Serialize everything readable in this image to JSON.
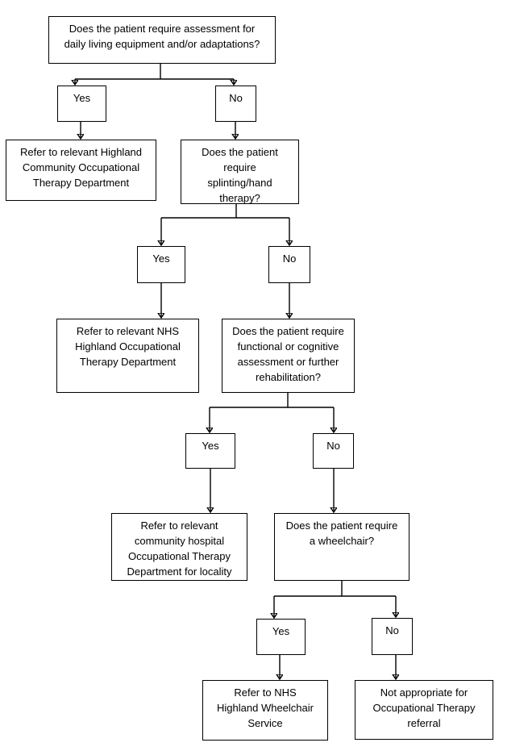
{
  "flowchart": {
    "colors": {
      "background": "#ffffff",
      "box_fill": "#ffffff",
      "box_border": "#000000",
      "text": "#000000",
      "connector": "#000000"
    },
    "nodes": {
      "q1": {
        "id": "q1",
        "type": "question",
        "text": "Does the patient require assessment for\ndaily living equipment and/or adaptations?"
      },
      "q1_yes": {
        "id": "q1_yes",
        "type": "answer",
        "text": "Yes"
      },
      "q1_no": {
        "id": "q1_no",
        "type": "answer",
        "text": "No"
      },
      "r1": {
        "id": "r1",
        "type": "outcome",
        "text": "Refer to relevant Highland\nCommunity Occupational\nTherapy Department"
      },
      "q2": {
        "id": "q2",
        "type": "question",
        "text": "Does the patient\nrequire\nsplinting/hand\ntherapy?"
      },
      "q2_yes": {
        "id": "q2_yes",
        "type": "answer",
        "text": "Yes"
      },
      "q2_no": {
        "id": "q2_no",
        "type": "answer",
        "text": "No"
      },
      "r2": {
        "id": "r2",
        "type": "outcome",
        "text": "Refer to relevant NHS\nHighland Occupational\nTherapy Department"
      },
      "q3": {
        "id": "q3",
        "type": "question",
        "text": "Does the patient require\nfunctional or cognitive\nassessment or further\nrehabilitation?"
      },
      "q3_yes": {
        "id": "q3_yes",
        "type": "answer",
        "text": "Yes"
      },
      "q3_no": {
        "id": "q3_no",
        "type": "answer",
        "text": "No"
      },
      "r3": {
        "id": "r3",
        "type": "outcome",
        "text": "Refer to relevant\ncommunity hospital\nOccupational Therapy\nDepartment for locality"
      },
      "q4": {
        "id": "q4",
        "type": "question",
        "text": "Does the patient require\na wheelchair?"
      },
      "q4_yes": {
        "id": "q4_yes",
        "type": "answer",
        "text": "Yes"
      },
      "q4_no": {
        "id": "q4_no",
        "type": "answer",
        "text": "No"
      },
      "r4": {
        "id": "r4",
        "type": "outcome",
        "text": "Refer to NHS\nHighland Wheelchair\nService"
      },
      "end": {
        "id": "end",
        "type": "outcome",
        "text": "Not appropriate for\nOccupational Therapy\nreferral"
      }
    },
    "edges": [
      {
        "from": "q1",
        "to": "q1_yes"
      },
      {
        "from": "q1",
        "to": "q1_no"
      },
      {
        "from": "q1_yes",
        "to": "r1"
      },
      {
        "from": "q1_no",
        "to": "q2"
      },
      {
        "from": "q2",
        "to": "q2_yes"
      },
      {
        "from": "q2",
        "to": "q2_no"
      },
      {
        "from": "q2_yes",
        "to": "r2"
      },
      {
        "from": "q2_no",
        "to": "q3"
      },
      {
        "from": "q3",
        "to": "q3_yes"
      },
      {
        "from": "q3",
        "to": "q3_no"
      },
      {
        "from": "q3_yes",
        "to": "r3"
      },
      {
        "from": "q3_no",
        "to": "q4"
      },
      {
        "from": "q4",
        "to": "q4_yes"
      },
      {
        "from": "q4",
        "to": "q4_no"
      },
      {
        "from": "q4_yes",
        "to": "r4"
      },
      {
        "from": "q4_no",
        "to": "end"
      }
    ]
  }
}
